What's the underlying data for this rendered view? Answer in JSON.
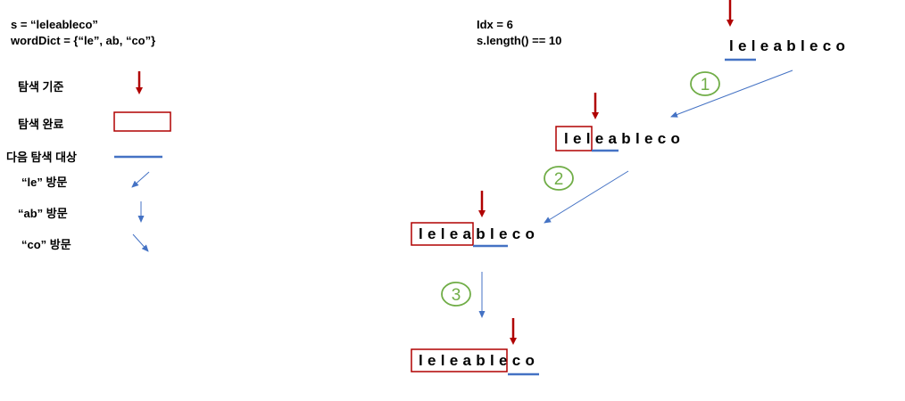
{
  "header": {
    "s_line": "s = “leleableco”",
    "dict_line": "wordDict = {“le”, ab, “co”}",
    "idx_line": "Idx = 6",
    "len_line": "s.length() == 10"
  },
  "legend": {
    "search_criterion": "탐색 기준",
    "search_done": "탐색 완료",
    "next_target": "다음 탐색 대상",
    "visit_le": "“le” 방문",
    "visit_ab": "“ab” 방문",
    "visit_co": "“co” 방문"
  },
  "steps": {
    "step0": "leleableco",
    "step1": "leleableco",
    "step2": "leleableco",
    "step3": "leleableco",
    "label1": "1",
    "label2": "2",
    "label3": "3"
  },
  "colors": {
    "red": "#b00000",
    "blue": "#4472c4",
    "green": "#70ad47"
  }
}
